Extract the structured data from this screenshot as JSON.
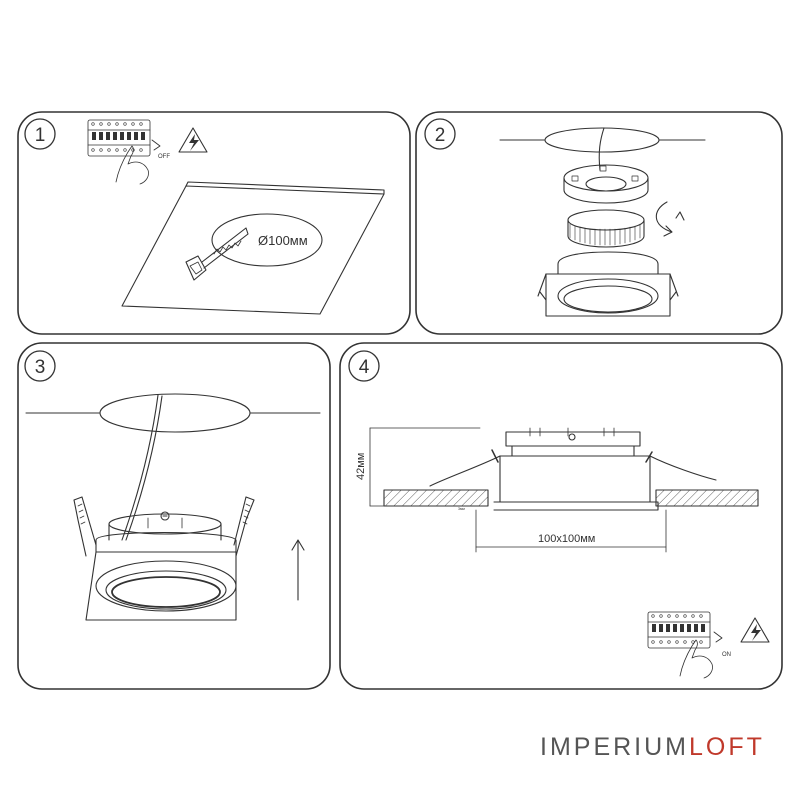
{
  "steps": [
    {
      "number": "1",
      "cutout_label": "Ø100мм",
      "switch_label": "OFF"
    },
    {
      "number": "2"
    },
    {
      "number": "3"
    },
    {
      "number": "4",
      "height_label": "42мм",
      "width_label": "100x100мм",
      "small_label": "3мм",
      "switch_label": "ON"
    }
  ],
  "brand": {
    "part1": "IMPERIUM",
    "part2": "LOFT",
    "color_part1": "#555555",
    "color_part2": "#c0392b"
  },
  "icons": [
    "electric-hazard-icon",
    "hand-icon",
    "rotate-arrow-icon",
    "up-arrow-icon",
    "circuit-breaker-icon"
  ]
}
